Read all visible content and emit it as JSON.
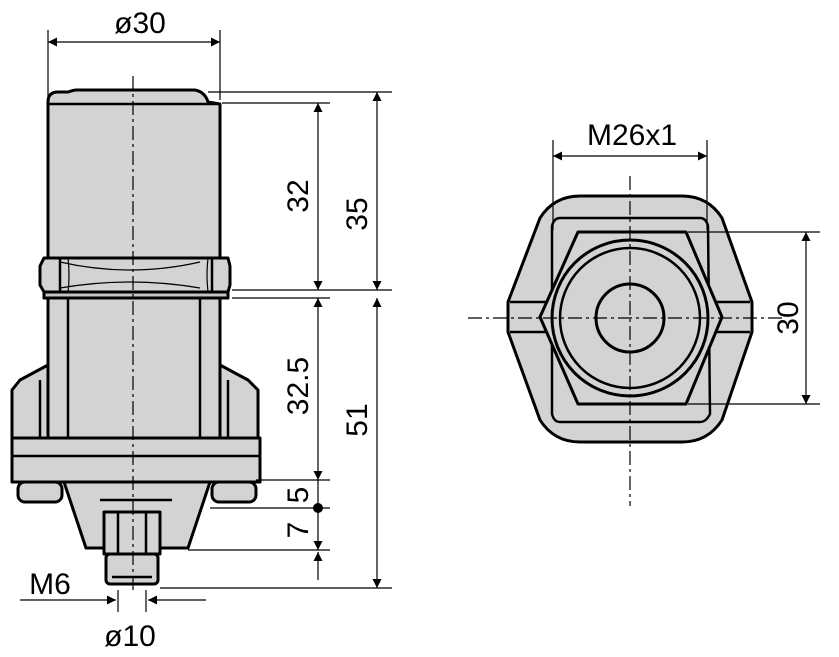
{
  "dimensions": {
    "dia_30": "ø30",
    "h_32": "32",
    "h_35": "35",
    "h_32_5": "32.5",
    "h_51": "51",
    "h_5": "5",
    "h_7": "7",
    "thread_m6": "M6",
    "dia_10": "ø10",
    "thread_m26": "M26x1",
    "flat_30": "30"
  },
  "colors": {
    "body": "#d3d3d3",
    "line": "#000000"
  }
}
